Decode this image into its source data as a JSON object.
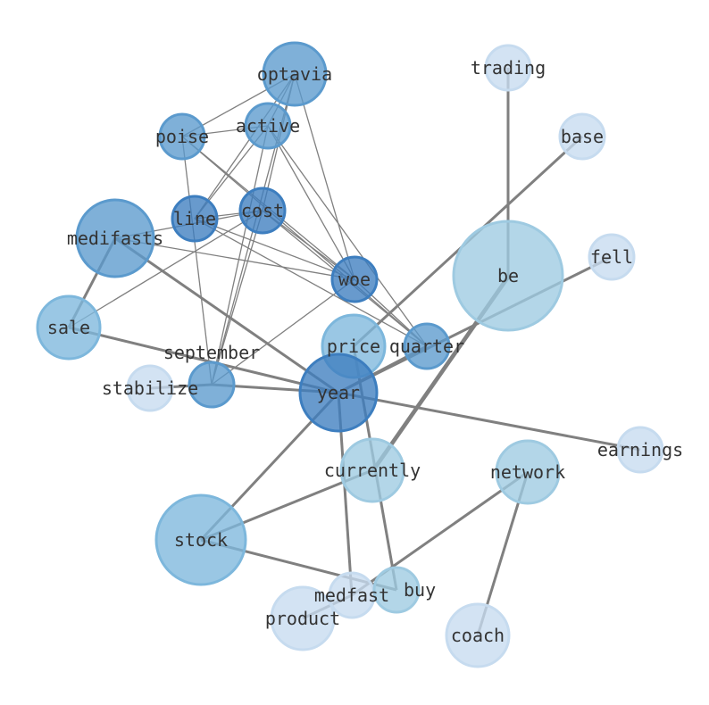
{
  "colors": {
    "edge": "#808080",
    "levels": {
      "dark": "#3d7ebf",
      "mid": "#5b9acd",
      "light": "#7db7dc",
      "pale": "#9ecae1",
      "faint": "#c6dbef"
    }
  },
  "nodes": [
    {
      "id": "optavia",
      "label": "optavia",
      "level": "mid"
    },
    {
      "id": "trading",
      "label": "trading",
      "level": "faint"
    },
    {
      "id": "active",
      "label": "active",
      "level": "mid"
    },
    {
      "id": "poise",
      "label": "poise",
      "level": "mid"
    },
    {
      "id": "base",
      "label": "base",
      "level": "faint"
    },
    {
      "id": "cost",
      "label": "cost",
      "level": "dark"
    },
    {
      "id": "line",
      "label": "line",
      "level": "dark"
    },
    {
      "id": "medifasts",
      "label": "medifasts",
      "level": "mid"
    },
    {
      "id": "woe",
      "label": "woe",
      "level": "dark"
    },
    {
      "id": "be",
      "label": "be",
      "level": "pale"
    },
    {
      "id": "fell",
      "label": "fell",
      "level": "faint"
    },
    {
      "id": "sale",
      "label": "sale",
      "level": "light"
    },
    {
      "id": "price",
      "label": "price",
      "level": "light"
    },
    {
      "id": "quarter",
      "label": "quarter",
      "level": "mid"
    },
    {
      "id": "stabilize",
      "label": "stabilize",
      "level": "faint"
    },
    {
      "id": "september",
      "label": "september",
      "level": "mid"
    },
    {
      "id": "year",
      "label": "year",
      "level": "dark"
    },
    {
      "id": "earnings",
      "label": "earnings",
      "level": "faint"
    },
    {
      "id": "currently",
      "label": "currently",
      "level": "pale"
    },
    {
      "id": "network",
      "label": "network",
      "level": "pale"
    },
    {
      "id": "stock",
      "label": "stock",
      "level": "light"
    },
    {
      "id": "medfast",
      "label": "medfast",
      "level": "faint"
    },
    {
      "id": "buy",
      "label": "buy",
      "level": "pale"
    },
    {
      "id": "product",
      "label": "product",
      "level": "faint"
    },
    {
      "id": "coach",
      "label": "coach",
      "level": "faint"
    }
  ],
  "edges": [
    [
      "trading",
      "be",
      "thick"
    ],
    [
      "base",
      "price",
      "thick"
    ],
    [
      "fell",
      "year",
      "thick"
    ],
    [
      "be",
      "currently",
      "thick"
    ],
    [
      "be",
      "currently",
      "thick"
    ],
    [
      "year",
      "quarter",
      "thick"
    ],
    [
      "year",
      "earnings",
      "thick"
    ],
    [
      "stock",
      "year",
      "thick"
    ],
    [
      "stock",
      "currently",
      "thick"
    ],
    [
      "stock",
      "buy",
      "thick"
    ],
    [
      "year",
      "medfast",
      "thick"
    ],
    [
      "price",
      "buy",
      "thick"
    ],
    [
      "medfast",
      "network",
      "thick"
    ],
    [
      "network",
      "coach",
      "thick"
    ],
    [
      "product",
      "medfast",
      "thick"
    ],
    [
      "medifasts",
      "sale",
      "thick"
    ],
    [
      "medifasts",
      "year",
      "thick"
    ],
    [
      "sale",
      "year",
      "thick"
    ],
    [
      "september",
      "year",
      "thick"
    ],
    [
      "stabilize",
      "september",
      "thick"
    ],
    [
      "optavia",
      "poise",
      "thin"
    ],
    [
      "optavia",
      "active",
      "thin"
    ],
    [
      "optavia",
      "line",
      "thin"
    ],
    [
      "optavia",
      "cost",
      "thin"
    ],
    [
      "optavia",
      "september",
      "thin"
    ],
    [
      "optavia",
      "woe",
      "thin"
    ],
    [
      "poise",
      "active",
      "thin"
    ],
    [
      "poise",
      "september",
      "thin"
    ],
    [
      "poise",
      "woe",
      "thin"
    ],
    [
      "poise",
      "quarter",
      "thin"
    ],
    [
      "active",
      "line",
      "thin"
    ],
    [
      "active",
      "september",
      "thin"
    ],
    [
      "active",
      "woe",
      "thin"
    ],
    [
      "active",
      "quarter",
      "thin"
    ],
    [
      "line",
      "cost",
      "thin"
    ],
    [
      "line",
      "woe",
      "thin"
    ],
    [
      "line",
      "quarter",
      "thin"
    ],
    [
      "medifasts",
      "cost",
      "thin"
    ],
    [
      "medifasts",
      "woe",
      "thin"
    ],
    [
      "cost",
      "sale",
      "thin"
    ],
    [
      "cost",
      "woe",
      "thin"
    ],
    [
      "cost",
      "quarter",
      "thin"
    ],
    [
      "cost",
      "september",
      "thin"
    ],
    [
      "woe",
      "september",
      "thin"
    ],
    [
      "woe",
      "quarter",
      "thin"
    ]
  ]
}
